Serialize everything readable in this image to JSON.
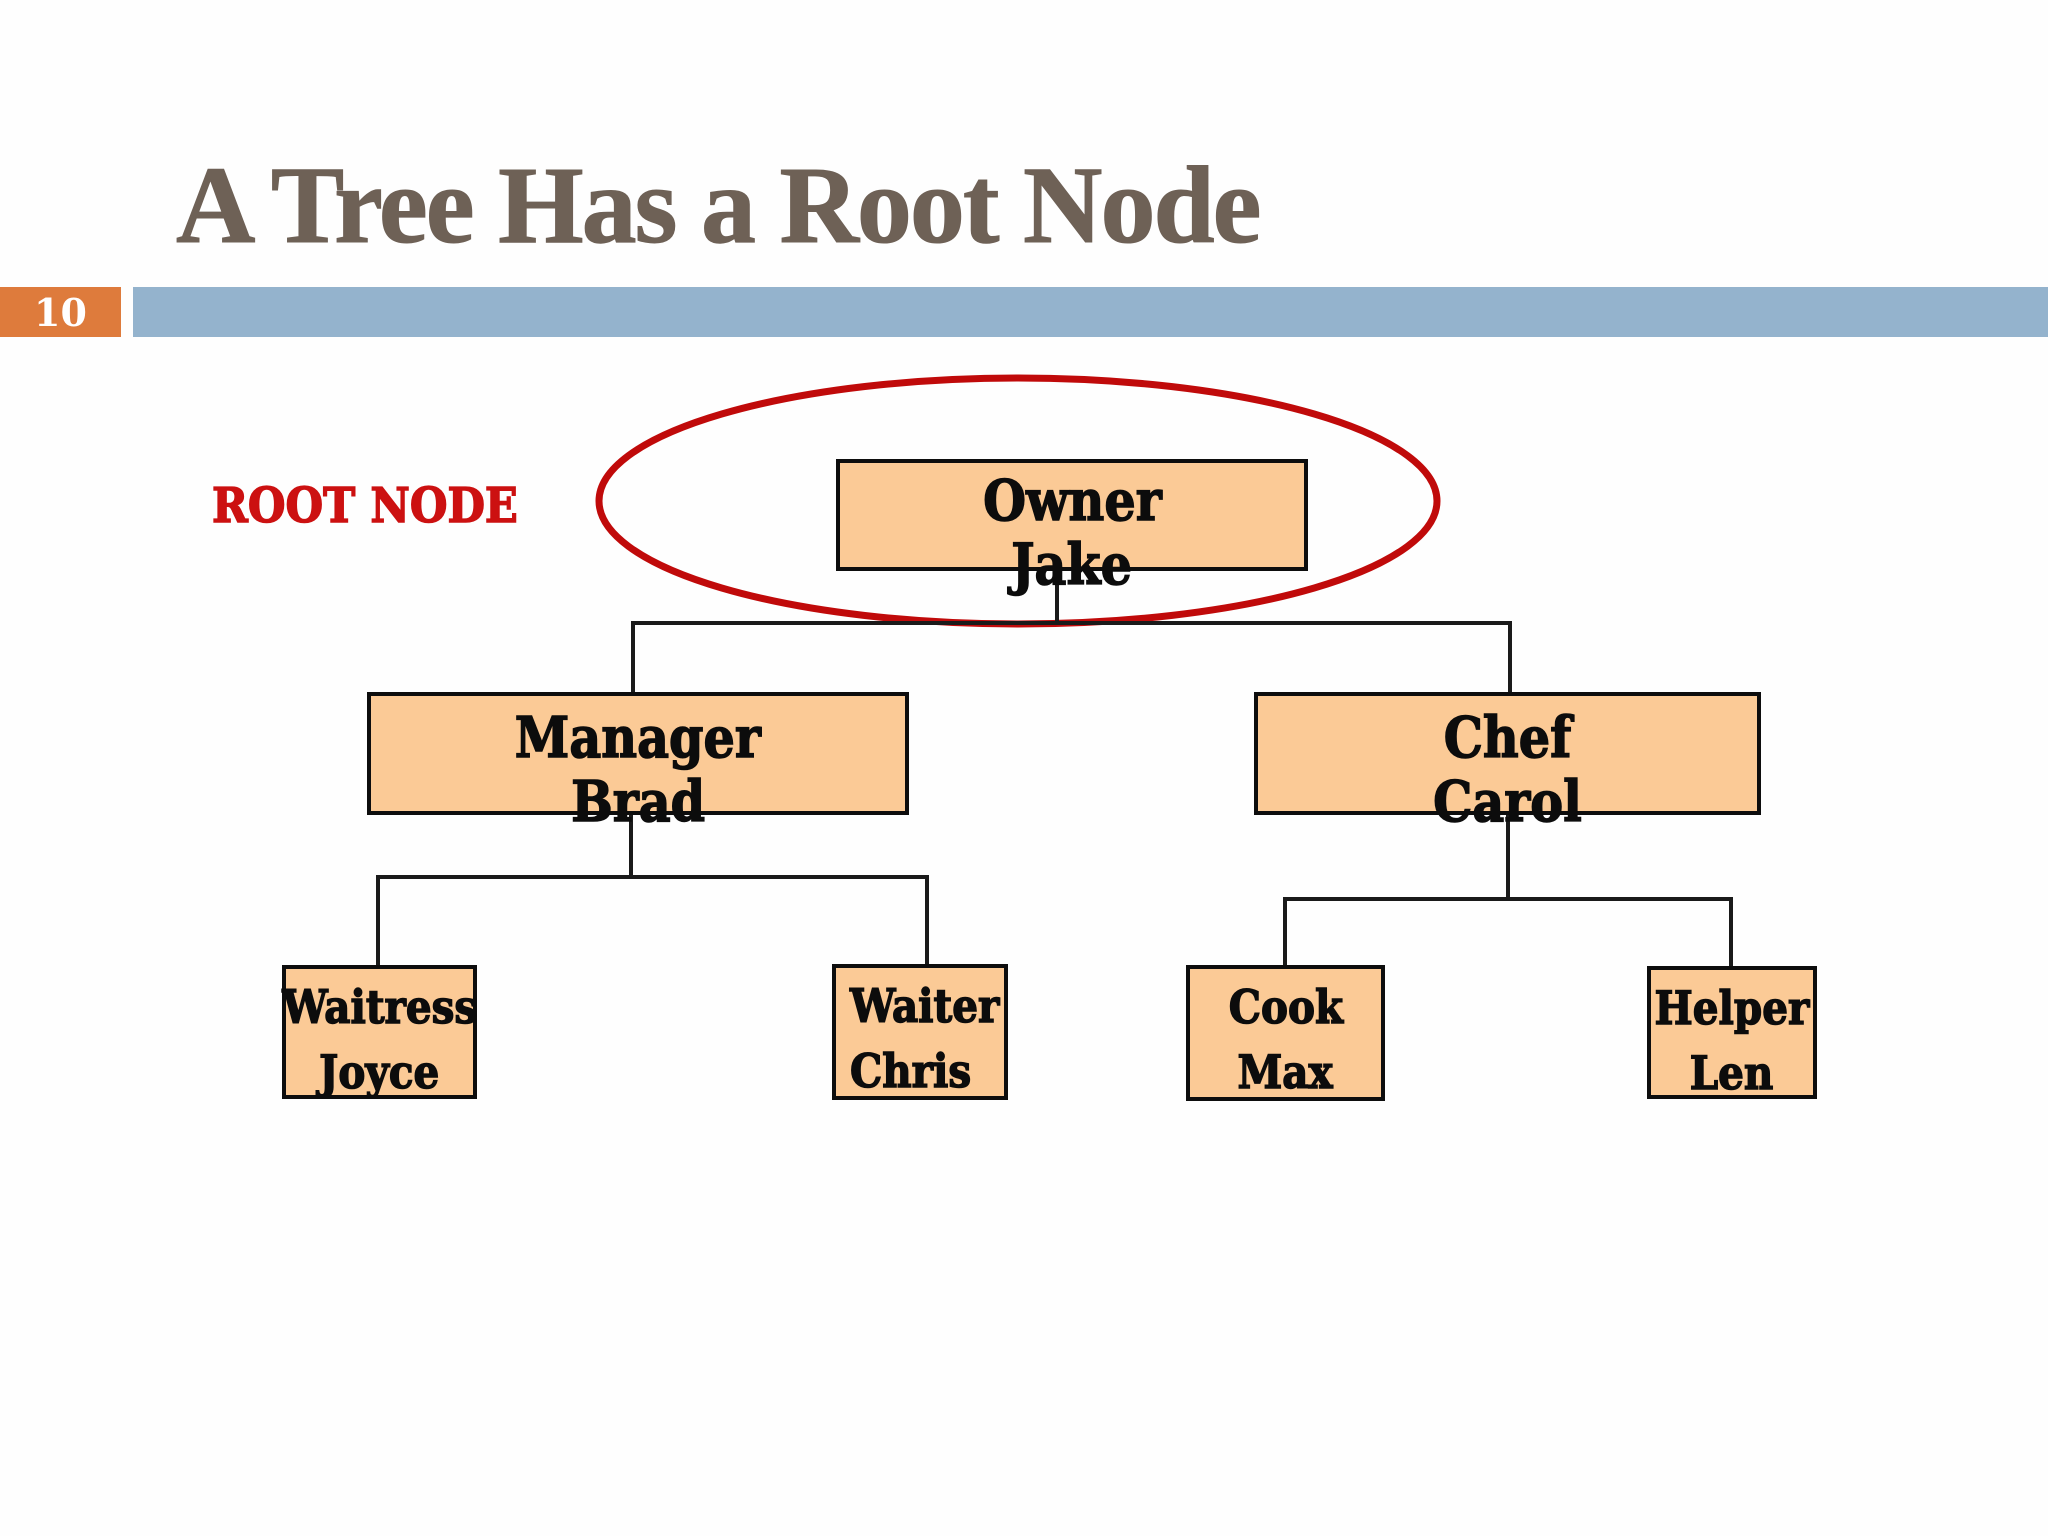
{
  "slide": {
    "title": "A Tree Has a Root Node",
    "page_number": "10",
    "annotation_label": "ROOT NODE"
  },
  "tree": {
    "nodes": [
      {
        "id": "owner",
        "role": "Owner",
        "name": "Jake"
      },
      {
        "id": "manager",
        "role": "Manager",
        "name": "Brad"
      },
      {
        "id": "chef",
        "role": "Chef",
        "name": "Carol"
      },
      {
        "id": "waitress",
        "role": "Waitress",
        "name": "Joyce"
      },
      {
        "id": "waiter",
        "role": "Waiter",
        "name": "Chris"
      },
      {
        "id": "cook",
        "role": "Cook",
        "name": "Max"
      },
      {
        "id": "helper",
        "role": "Helper",
        "name": "Len"
      }
    ],
    "edges": [
      [
        "owner",
        "manager"
      ],
      [
        "owner",
        "chef"
      ],
      [
        "manager",
        "waitress"
      ],
      [
        "manager",
        "waiter"
      ],
      [
        "chef",
        "cook"
      ],
      [
        "chef",
        "helper"
      ]
    ]
  },
  "colors": {
    "title-brown": "#6e6156",
    "accent-orange": "#de7b3c",
    "accent-blue": "#94b3cd",
    "label-red": "#cc1111",
    "ellipse-red": "#c00a0a",
    "node-peach": "#fbca96"
  }
}
